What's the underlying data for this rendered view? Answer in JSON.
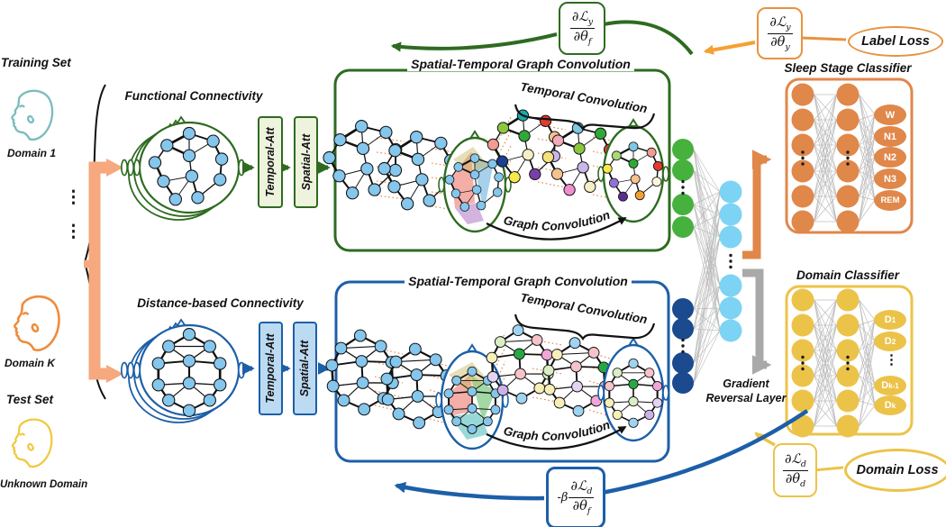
{
  "ui": {
    "ellipsis": "⋮"
  },
  "left_panel": {
    "training_set": "Training Set",
    "domain_1": "Domain 1",
    "domain_k": "Domain K",
    "test_set": "Test Set",
    "unknown_domain": "Unknown Domain"
  },
  "branches": {
    "functional_title": "Functional Connectivity",
    "distance_title": "Distance-based Connectivity",
    "temporal_att": "Temporal-Att",
    "spatial_att": "Spatial-Att"
  },
  "stgcn": {
    "box_title": "Spatial-Temporal Graph Convolution",
    "temporal_conv": "Temporal Convolution",
    "graph_conv": "Graph Convolution"
  },
  "sleep_classifier": {
    "title": "Sleep Stage Classifier",
    "outputs": [
      "W",
      "N1",
      "N2",
      "N3",
      "REM"
    ]
  },
  "domain_classifier": {
    "title": "Domain Classifier",
    "outputs": [
      {
        "main": "D",
        "sub": "1"
      },
      {
        "main": "D",
        "sub": "2"
      },
      {
        "main": "D",
        "sub": "k-1"
      },
      {
        "main": "D",
        "sub": "k"
      }
    ]
  },
  "grl": {
    "line1": "Gradient",
    "line2": "Reversal Layer"
  },
  "losses": {
    "label_loss": "Label Loss",
    "domain_loss": "Domain Loss"
  },
  "equations": {
    "label_feature": {
      "prefix": "",
      "num": "∂ℒ",
      "num_sub": "y",
      "den": "∂θ",
      "den_sub": "f"
    },
    "label_head": {
      "prefix": "",
      "num": "∂ℒ",
      "num_sub": "y",
      "den": "∂θ",
      "den_sub": "y"
    },
    "domain_feature": {
      "prefix": "-β",
      "num": "∂ℒ",
      "num_sub": "d",
      "den": "∂θ",
      "den_sub": "f"
    },
    "domain_head": {
      "prefix": "",
      "num": "∂ℒ",
      "num_sub": "d",
      "den": "∂θ",
      "den_sub": "d"
    }
  },
  "colors": {
    "green_dark": "#2e6b20",
    "blue_dark": "#1c5fa8",
    "orange": "#e0874a",
    "yellow": "#ecc349",
    "salmon": "#f6a87e",
    "gray_arrow": "#a9a9a9",
    "node_blue": "#85c6ec",
    "green_node": "#46b13c",
    "dark_blue_node": "#1b4a8f",
    "light_blue_node": "#7dd3f3",
    "teal_head": "#7bbcbf",
    "orange_head": "#ef8b3a",
    "yellow_head": "#f0c93f",
    "att_green_fill": "#edf3dd",
    "att_blue_fill": "#bcdaf2"
  }
}
